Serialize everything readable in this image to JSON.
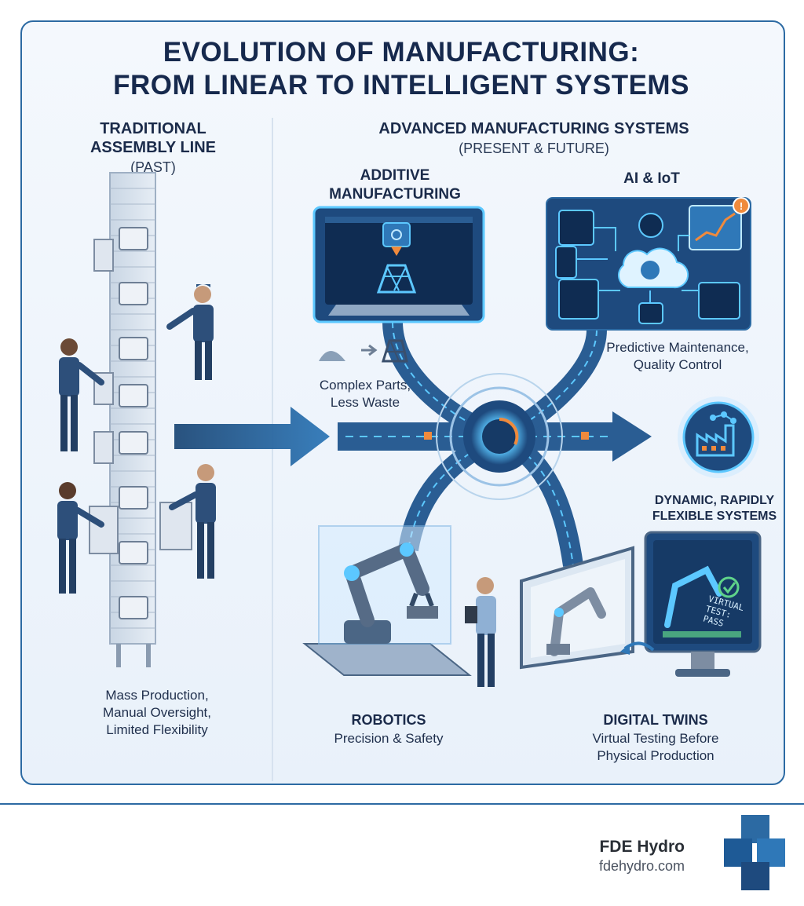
{
  "title": {
    "line1": "EVOLUTION OF MANUFACTURING:",
    "line2": "FROM LINEAR TO INTELLIGENT SYSTEMS"
  },
  "past": {
    "heading1": "TRADITIONAL",
    "heading2": "ASSEMBLY LINE",
    "era": "(PAST)",
    "caption": [
      "Mass Production,",
      "Manual Oversight,",
      "Limited Flexibility"
    ]
  },
  "advanced": {
    "heading": "ADVANCED MANUFACTURING SYSTEMS",
    "era": "(PRESENT & FUTURE)"
  },
  "additive": {
    "heading1": "ADDITIVE",
    "heading2": "MANUFACTURING",
    "caption": [
      "Complex Parts,",
      "Less Waste"
    ]
  },
  "ai_iot": {
    "heading": "AI & IoT",
    "caption": [
      "Predictive Maintenance,",
      "Quality Control"
    ]
  },
  "dynamic": {
    "caption": [
      "DYNAMIC, RAPIDLY",
      "FLEXIBLE SYSTEMS"
    ]
  },
  "robotics": {
    "heading": "ROBOTICS",
    "caption": "Precision & Safety"
  },
  "digital_twins": {
    "heading": "DIGITAL TWINS",
    "caption": [
      "Virtual Testing Before",
      "Physical Production"
    ],
    "screen_text1": "VIRTUAL",
    "screen_text2": "TEST: PASS"
  },
  "brand": {
    "name": "FDE Hydro",
    "url": "fdehydro.com"
  },
  "colors": {
    "accent": "#2c6aa3",
    "glow": "#5cc8ff",
    "dark_panel": "#1e4a7e",
    "orange": "#f08a3c"
  }
}
